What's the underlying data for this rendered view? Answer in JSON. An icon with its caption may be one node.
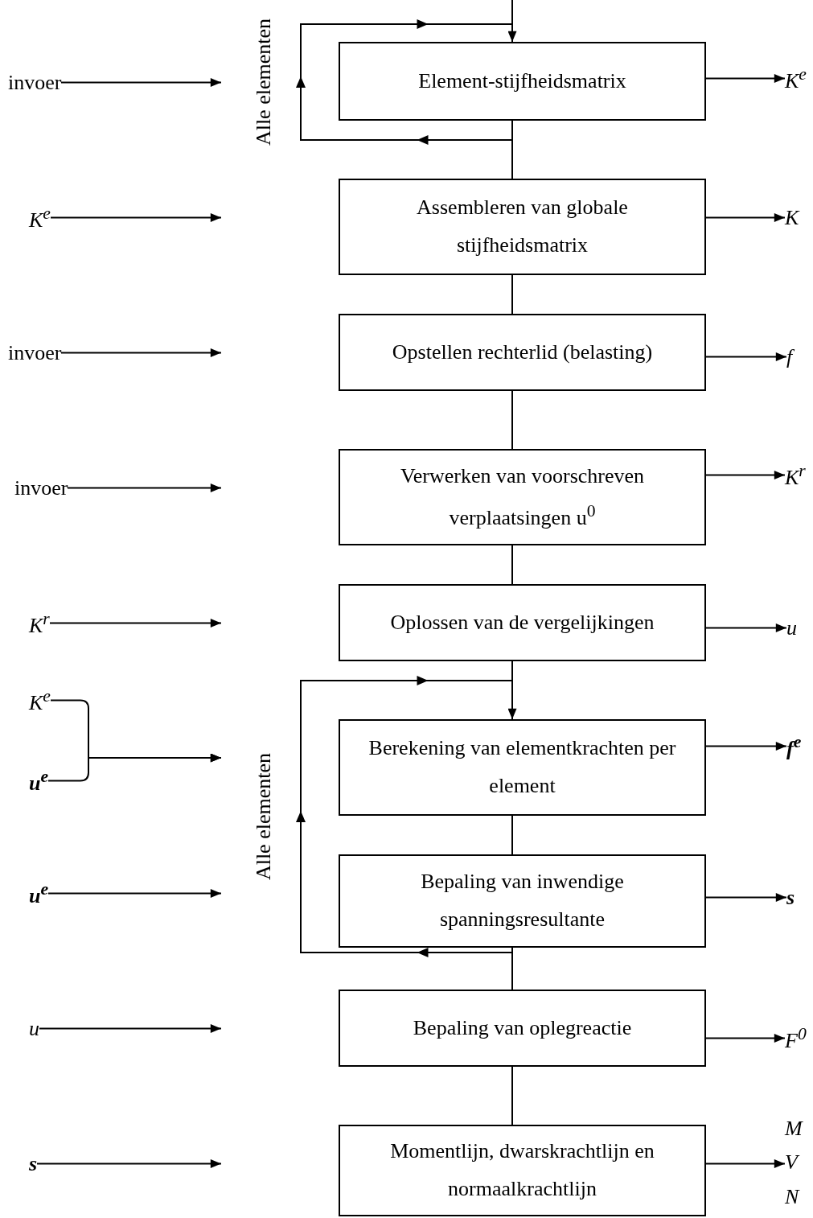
{
  "diagram": {
    "nodes": [
      {
        "text": [
          "invoer"
        ]
      },
      {
        "text": [
          "Element-stijfheidsmatrix"
        ]
      },
      {
        "text": [
          "K$^{e}$"
        ]
      },
      {
        "text": [
          "K$^{e}$"
        ]
      },
      {
        "text": [
          "Assembleren van globale stijfheidsmatrix"
        ]
      },
      {
        "text": [
          "K"
        ]
      },
      {
        "text": [
          "invoer"
        ]
      },
      {
        "text": [
          "Opstellen rechterlid (belasting)"
        ]
      },
      {
        "text": [
          "f"
        ]
      },
      {
        "text": [
          "invoer"
        ]
      },
      {
        "text": [
          "Verwerken van voorschreven verplaatsingen u$^{0}$"
        ]
      },
      {
        "text": [
          "K$^{r}$"
        ]
      },
      {
        "text": [
          "K$^{r}$"
        ]
      },
      {
        "text": [
          "Oplossen van de vergelijkingen"
        ]
      },
      {
        "text": [
          "u"
        ]
      },
      {
        "text": [
          "K$^{e}$"
        ]
      },
      {
        "text": [
          "u$^{e}$"
        ]
      },
      {
        "text": [
          "Berekening van elementkrachten per element"
        ]
      },
      {
        "text": [
          "f$^{e}$"
        ]
      },
      {
        "text": [
          "u$^{e}$"
        ]
      },
      {
        "text": [
          "Bepaling van inwendige spanningsresultante"
        ]
      },
      {
        "text": [
          "s"
        ]
      },
      {
        "text": [
          "u"
        ]
      },
      {
        "text": [
          "Bepaling van oplegreactie"
        ]
      },
      {
        "text": [
          "F$^{0}$"
        ]
      },
      {
        "text": [
          "s"
        ]
      },
      {
        "text": [
          "Momentlijn, dwarskrachtlijn en normaalkrachtlijn"
        ]
      },
      {
        "text": [
          "M V N"
        ]
      }
    ],
    "edges": [
      {
        "from": null,
        "to": 1,
        "arrow": "none"
      },
      {
        "from": 1,
        "to": 1,
        "arrow": "to",
        "label": "Alle elementen"
      },
      {
        "from": 1,
        "to": 2,
        "arrow": "to"
      },
      {
        "from": 0,
        "to": null,
        "arrow": "to"
      },
      {
        "from": 1,
        "to": 4,
        "arrow": "none"
      },
      {
        "from": 3,
        "to": null,
        "arrow": "to"
      },
      {
        "from": 4,
        "to": 5,
        "arrow": "to"
      },
      {
        "from": 4,
        "to": 7,
        "arrow": "none"
      },
      {
        "from": 6,
        "to": null,
        "arrow": "to"
      },
      {
        "from": 7,
        "to": 8,
        "arrow": "to"
      },
      {
        "from": 7,
        "to": 10,
        "arrow": "none"
      },
      {
        "from": 9,
        "to": null,
        "arrow": "to"
      },
      {
        "from": 10,
        "to": 11,
        "arrow": "to"
      },
      {
        "from": 10,
        "to": 13,
        "arrow": "none"
      },
      {
        "from": 12,
        "to": null,
        "arrow": "to"
      },
      {
        "from": 13,
        "to": 14,
        "arrow": "to"
      },
      {
        "from": 13,
        "to": 17,
        "arrow": "none"
      },
      {
        "from": 20,
        "to": 17,
        "arrow": "to",
        "label": "Alle elementen"
      },
      {
        "from": 15,
        "to": null,
        "arrow": "to"
      },
      {
        "from": 16,
        "to": null,
        "arrow": "to"
      },
      {
        "from": 17,
        "to": 18,
        "arrow": "to"
      },
      {
        "from": 17,
        "to": 20,
        "arrow": "none"
      },
      {
        "from": 19,
        "to": null,
        "arrow": "to"
      },
      {
        "from": 20,
        "to": 21,
        "arrow": "to"
      },
      {
        "from": 20,
        "to": 23,
        "arrow": "none"
      },
      {
        "from": 22,
        "to": null,
        "arrow": "to"
      },
      {
        "from": 23,
        "to": 24,
        "arrow": "to"
      },
      {
        "from": 23,
        "to": 26,
        "arrow": "none"
      },
      {
        "from": 25,
        "to": null,
        "arrow": "to"
      },
      {
        "from": 26,
        "to": 27,
        "arrow": "to"
      }
    ]
  }
}
